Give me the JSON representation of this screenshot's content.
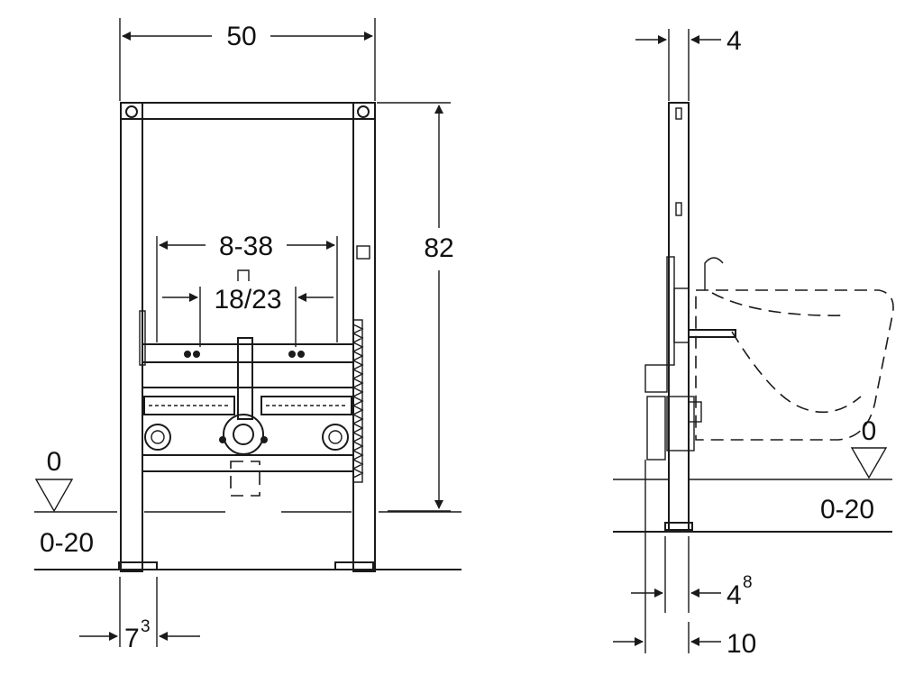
{
  "front_view": {
    "dim_width": "50",
    "dim_height": "82",
    "dim_connection_range": "8-38",
    "dim_fixing_spacing": "18/23",
    "floor_level": "0",
    "floor_offset": "0-20",
    "foot_width_base": "7",
    "foot_width_sup": "3"
  },
  "side_view": {
    "dim_frame_depth": "4",
    "floor_level": "0",
    "floor_offset": "0-20",
    "foot_depth_base": "4",
    "foot_depth_sup": "8",
    "total_depth": "10"
  },
  "colors": {
    "line": "#1a1a1a",
    "background": "#ffffff"
  }
}
